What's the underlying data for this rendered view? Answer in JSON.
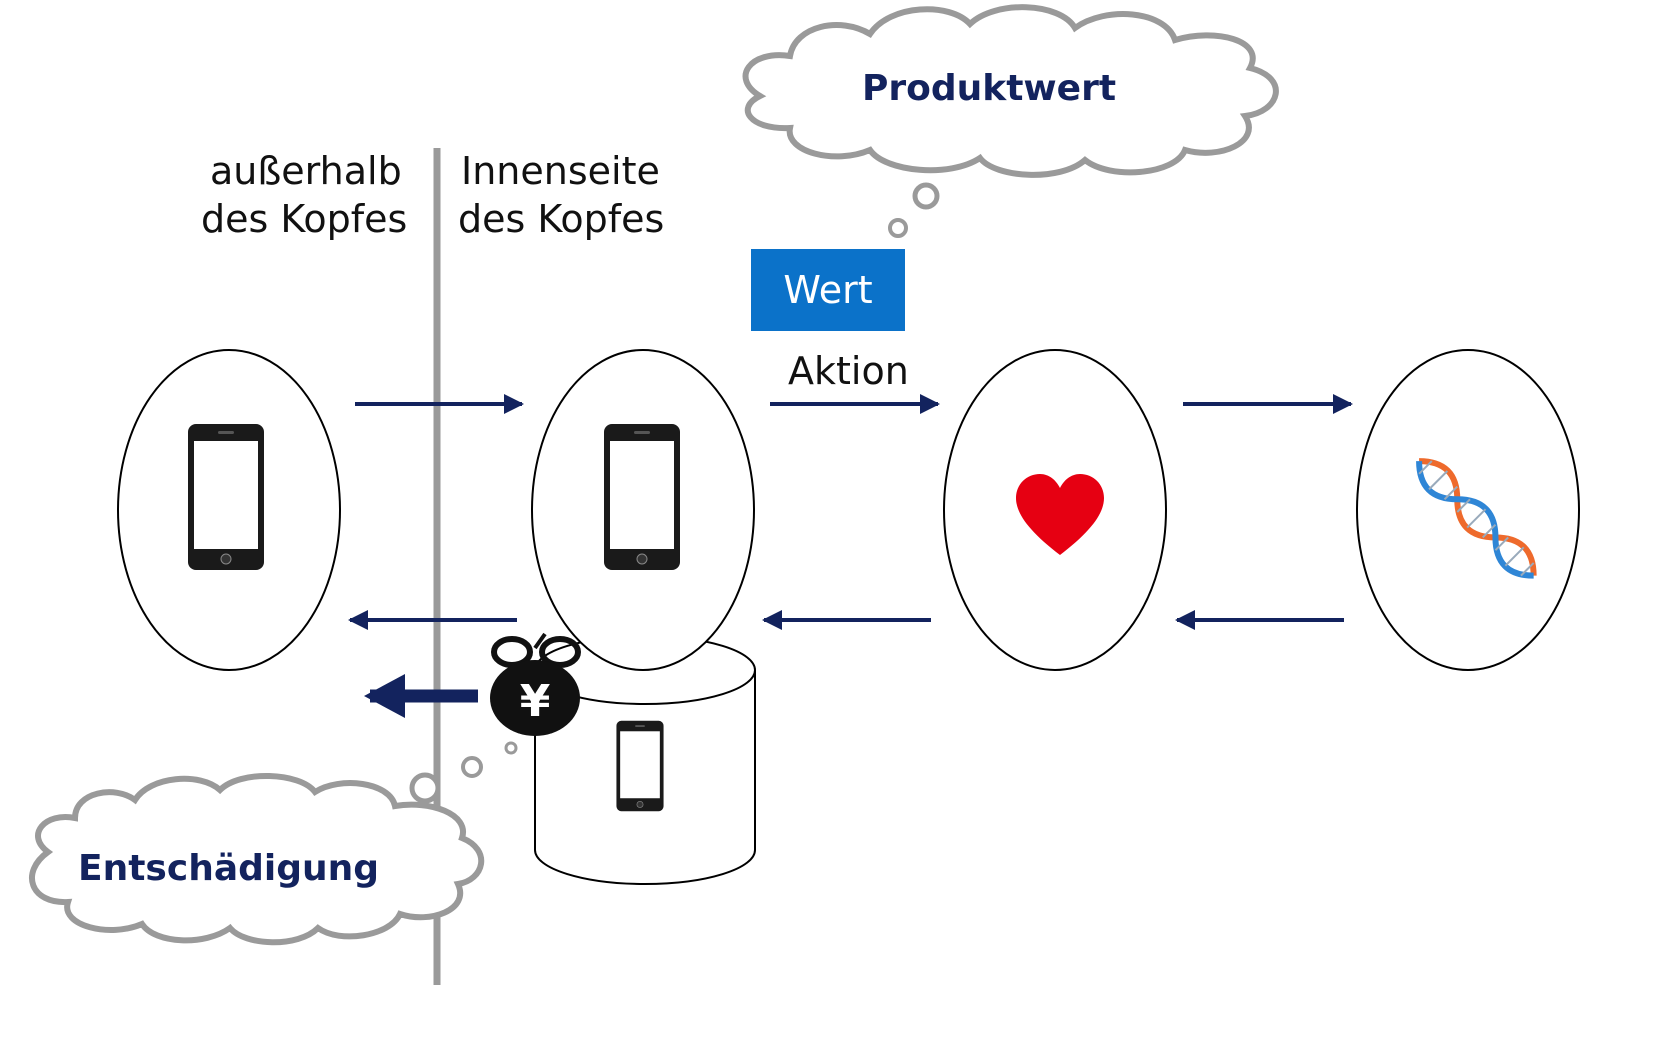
{
  "labels": {
    "outside": [
      "außerhalb",
      "des Kopfes"
    ],
    "inside": [
      "Innenseite",
      "des Kopfes"
    ],
    "action": "Aktion",
    "value_box": "Wert"
  },
  "clouds": {
    "product_value": "Produktwert",
    "compensation": "Entschädigung"
  },
  "colors": {
    "arrow": "#13235e",
    "cloud_text": "#13235e",
    "value_box": "#0b72c9",
    "divider": "#9a9a9a",
    "heart": "#e60012",
    "dna_strand_a": "#ee6a2c",
    "dna_strand_b": "#2f86d6"
  },
  "icons": [
    "smartphone-icon",
    "heart-icon",
    "dna-icon",
    "money-bag-yen-icon",
    "database-cylinder-icon"
  ]
}
